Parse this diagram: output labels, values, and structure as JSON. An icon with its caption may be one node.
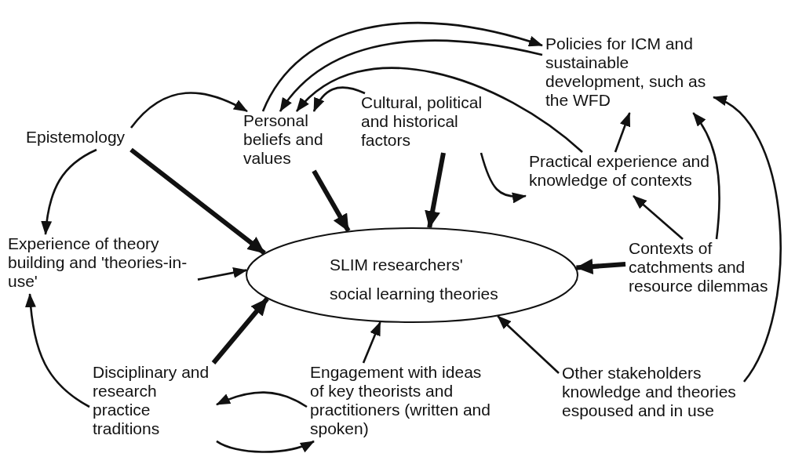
{
  "diagram": {
    "nodes": [
      {
        "text": [
          "Policies for ICM and sustainable development, such as the WFD"
        ]
      },
      {
        "text": [
          "Epistemology"
        ]
      },
      {
        "text": [
          "Personal beliefs and values"
        ]
      },
      {
        "text": [
          "Cultural, political and historical factors"
        ]
      },
      {
        "text": [
          "Practical experience and knowledge of contexts"
        ]
      },
      {
        "text": [
          "Experience of theory building and 'theories-in-use'"
        ]
      },
      {
        "text": [
          "SLIM researchers' social learning theories"
        ]
      },
      {
        "text": [
          "Contexts of catchments and resource dilemmas"
        ]
      },
      {
        "text": [
          "Disciplinary and research practice traditions"
        ]
      },
      {
        "text": [
          "Engagement with ideas of key theorists and practitioners (written and spoken)"
        ]
      },
      {
        "text": [
          "Other stakeholders knowledge and theories espoused and in use"
        ]
      }
    ],
    "edges": [
      {
        "from": 2,
        "to": 0,
        "arrow": "to"
      },
      {
        "from": 0,
        "to": 2,
        "arrow": "to"
      },
      {
        "from": 4,
        "to": 2,
        "arrow": "to"
      },
      {
        "from": 3,
        "to": 2,
        "arrow": "to"
      },
      {
        "from": 1,
        "to": 2,
        "arrow": "to"
      },
      {
        "from": 1,
        "to": 5,
        "arrow": "to"
      },
      {
        "from": 1,
        "to": 6,
        "arrow": "to",
        "style": "thick"
      },
      {
        "from": 2,
        "to": 6,
        "arrow": "to",
        "style": "thick"
      },
      {
        "from": 3,
        "to": 6,
        "arrow": "to",
        "style": "thick"
      },
      {
        "from": 3,
        "to": 4,
        "arrow": "to"
      },
      {
        "from": 4,
        "to": 0,
        "arrow": "to"
      },
      {
        "from": 7,
        "to": 4,
        "arrow": "to"
      },
      {
        "from": 7,
        "to": 0,
        "arrow": "to"
      },
      {
        "from": 10,
        "to": 0,
        "arrow": "to"
      },
      {
        "from": 7,
        "to": 6,
        "arrow": "to",
        "style": "thick"
      },
      {
        "from": 5,
        "to": 6,
        "arrow": "to"
      },
      {
        "from": 8,
        "to": 6,
        "arrow": "to",
        "style": "thick"
      },
      {
        "from": 8,
        "to": 5,
        "arrow": "to"
      },
      {
        "from": 9,
        "to": 6,
        "arrow": "to"
      },
      {
        "from": 10,
        "to": 6,
        "arrow": "to"
      },
      {
        "from": 9,
        "to": 8,
        "arrow": "to"
      },
      {
        "from": 8,
        "to": 9,
        "arrow": "to"
      }
    ]
  }
}
